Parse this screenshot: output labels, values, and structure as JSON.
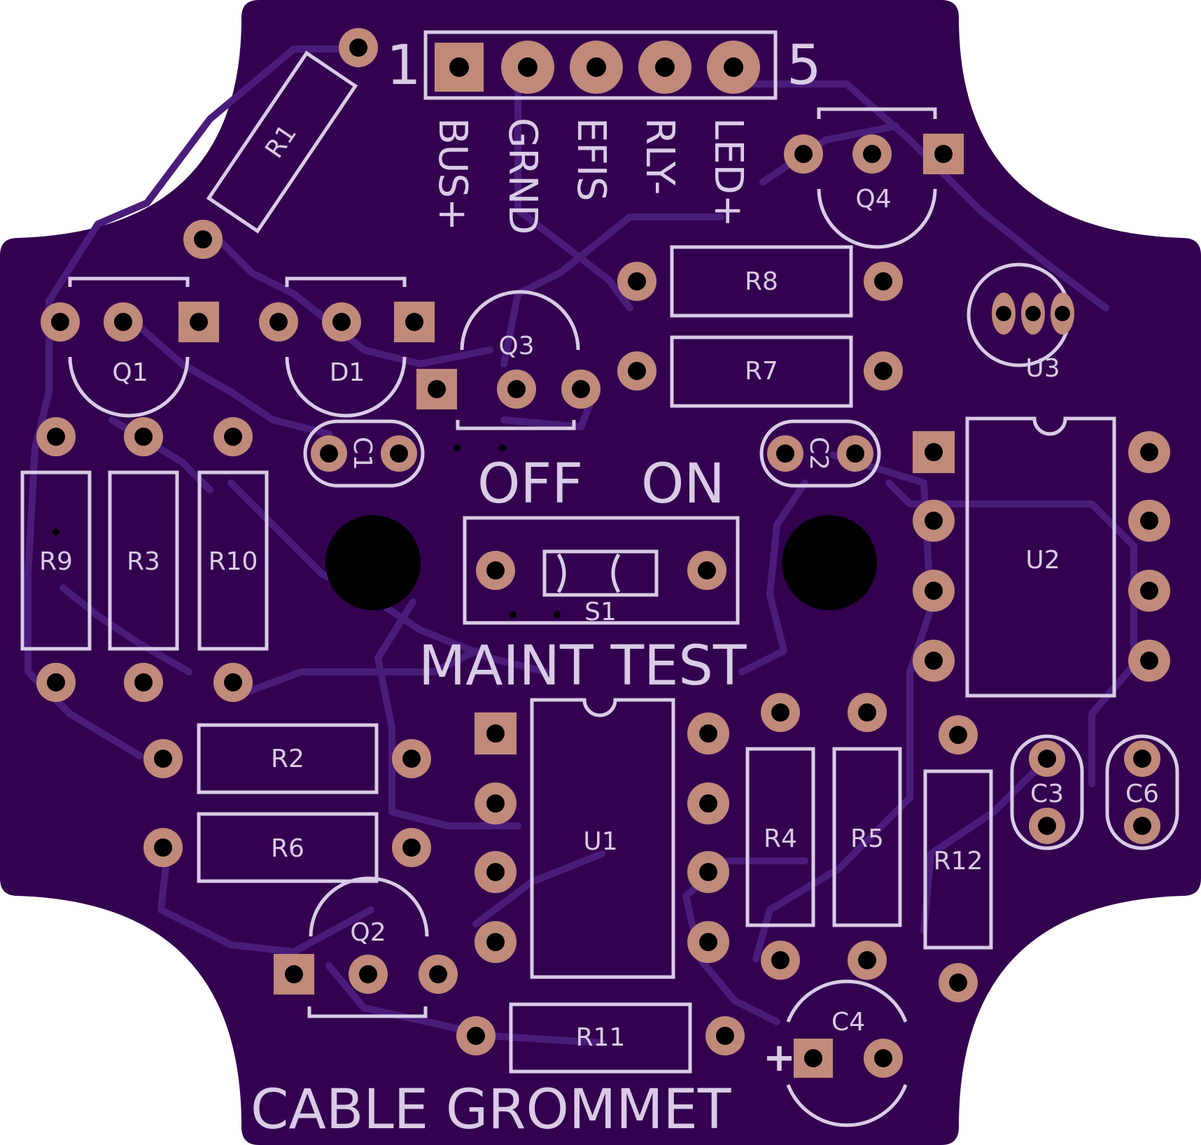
{
  "colors": {
    "board": "#33004f",
    "trace": "#4a1c7a",
    "silkscreen": "#d9cbe6",
    "pad": "#c08a7a",
    "drill": "#000000"
  },
  "header": {
    "pin_first": "1",
    "pin_last": "5",
    "pins": [
      "BUS+",
      "GRND",
      "EFIS",
      "RLY-",
      "LED+"
    ]
  },
  "switch": {
    "off_label": "OFF",
    "on_label": "ON",
    "ref": "S1",
    "function_label": "MAINT TEST"
  },
  "footer_label": "CABLE GROMMET",
  "polarity_mark": "+",
  "components": {
    "R1": "R1",
    "R2": "R2",
    "R3": "R3",
    "R4": "R4",
    "R5": "R5",
    "R6": "R6",
    "R7": "R7",
    "R8": "R8",
    "R9": "R9",
    "R10": "R10",
    "R11": "R11",
    "R12": "R12",
    "Q1": "Q1",
    "Q2": "Q2",
    "Q3": "Q3",
    "Q4": "Q4",
    "D1": "D1",
    "C1": "C1",
    "C2": "C2",
    "C3": "C3",
    "C4": "C4",
    "C6": "C6",
    "U1": "U1",
    "U2": "U2",
    "U3": "U3"
  }
}
